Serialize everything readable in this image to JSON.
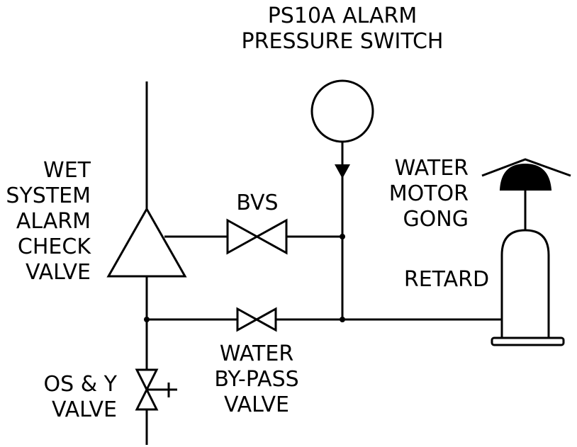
{
  "title": {
    "line1": "PS10A ALARM",
    "line2": "PRESSURE SWITCH"
  },
  "labels": {
    "check_valve": [
      "WET",
      "SYSTEM",
      "ALARM",
      "CHECK",
      "VALVE"
    ],
    "bvs": "BVS",
    "gong": [
      "WATER",
      "MOTOR",
      "GONG"
    ],
    "retard": "RETARD",
    "bypass": [
      "WATER",
      "BY-PASS",
      "VALVE"
    ],
    "osy": [
      "OS & Y",
      "VALVE"
    ]
  },
  "colors": {
    "line": "#000000",
    "background": "#ffffff"
  }
}
